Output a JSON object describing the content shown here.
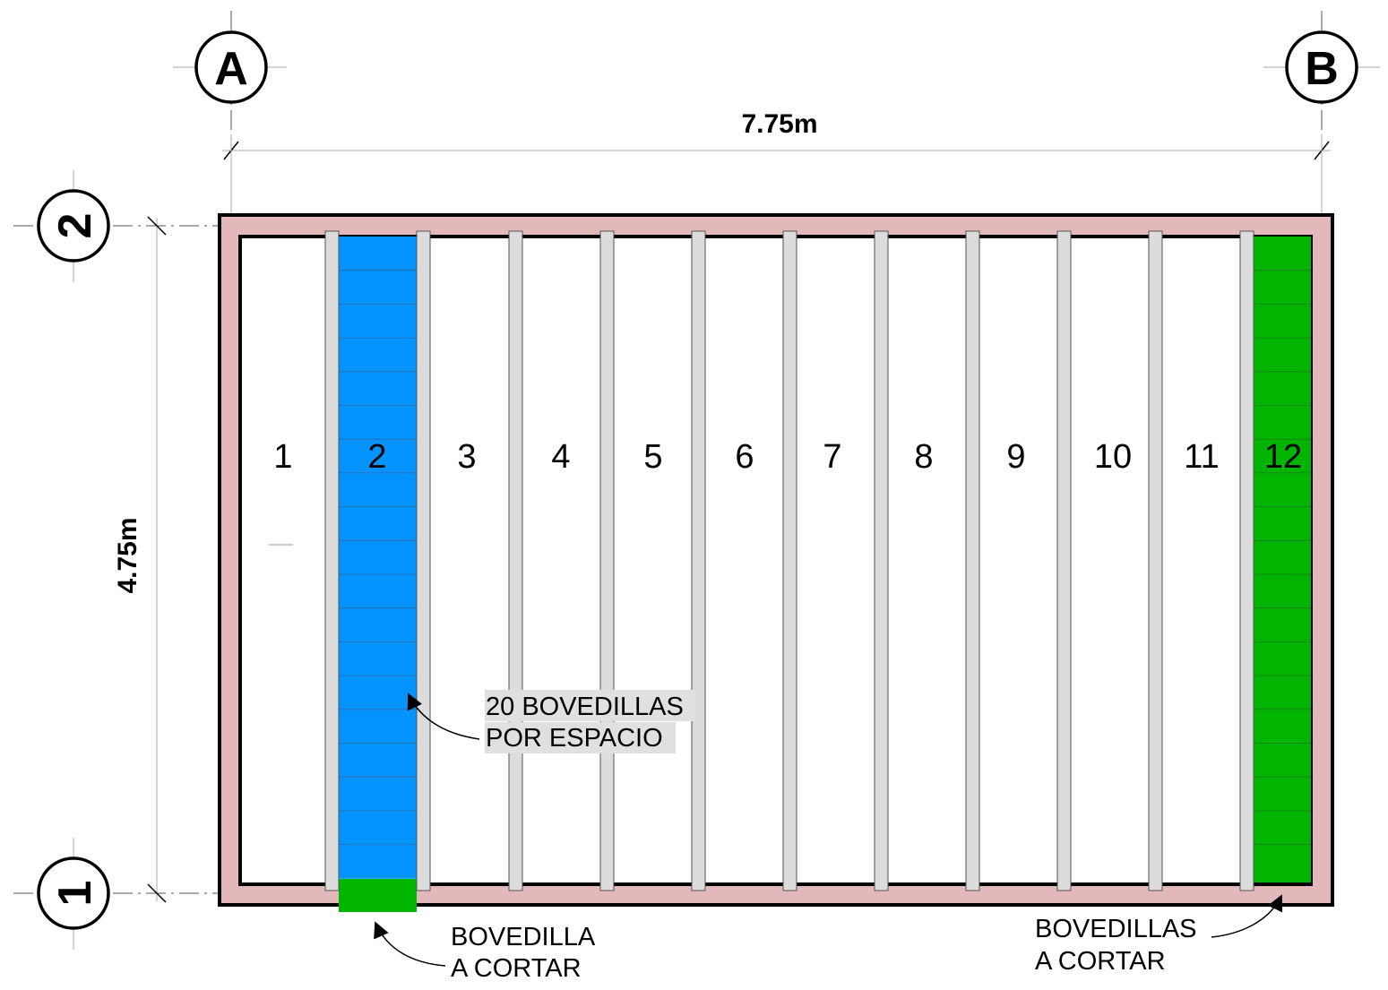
{
  "dimensions": {
    "width_label": "7.75m",
    "height_label": "4.75m"
  },
  "axes": {
    "columns": [
      "A",
      "B"
    ],
    "rows": [
      "2",
      "1"
    ]
  },
  "spaces": [
    "1",
    "2",
    "3",
    "4",
    "5",
    "6",
    "7",
    "8",
    "9",
    "10",
    "11",
    "12"
  ],
  "blocks_per_space": 20,
  "notes": {
    "per_space": [
      "20 BOVEDILLAS",
      "POR ESPACIO"
    ],
    "cut_single": [
      "BOVEDILLA",
      "A CORTAR"
    ],
    "cut_multiple": [
      "BOVEDILLAS",
      "A CORTAR"
    ]
  },
  "colors": {
    "beam_fill": "#dcdcdc",
    "ring_beam": "#e2b8bb",
    "full_blocks": "#0594ff",
    "cut_blocks": "#00b400"
  }
}
